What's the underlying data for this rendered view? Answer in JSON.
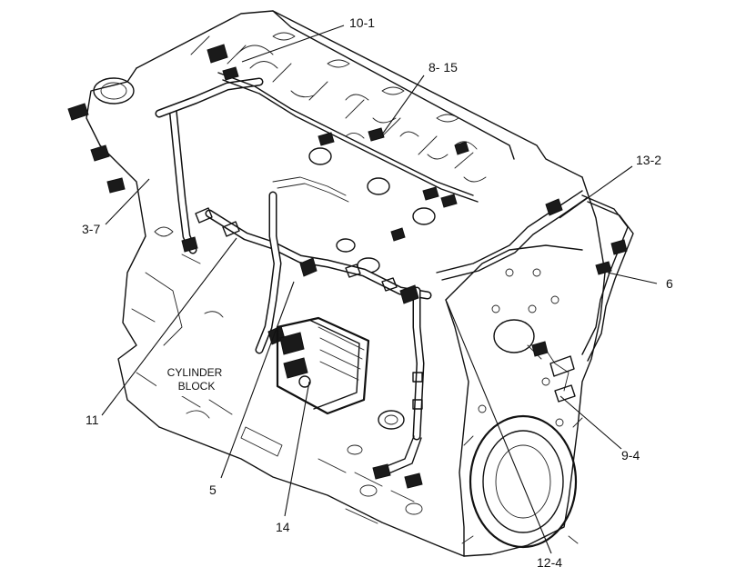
{
  "diagram": {
    "block_label": [
      "CYLINDER",
      "BLOCK"
    ],
    "callouts": [
      {
        "id": "c10-1",
        "label": "10-1"
      },
      {
        "id": "c8-15",
        "label": "8- 15"
      },
      {
        "id": "c13-2",
        "label": "13-2"
      },
      {
        "id": "c6",
        "label": "6"
      },
      {
        "id": "c3-7",
        "label": "3-7"
      },
      {
        "id": "c11",
        "label": "11"
      },
      {
        "id": "c5",
        "label": "5"
      },
      {
        "id": "c14",
        "label": "14"
      },
      {
        "id": "c9-4",
        "label": "9-4"
      },
      {
        "id": "c12-4",
        "label": "12-4"
      }
    ]
  }
}
